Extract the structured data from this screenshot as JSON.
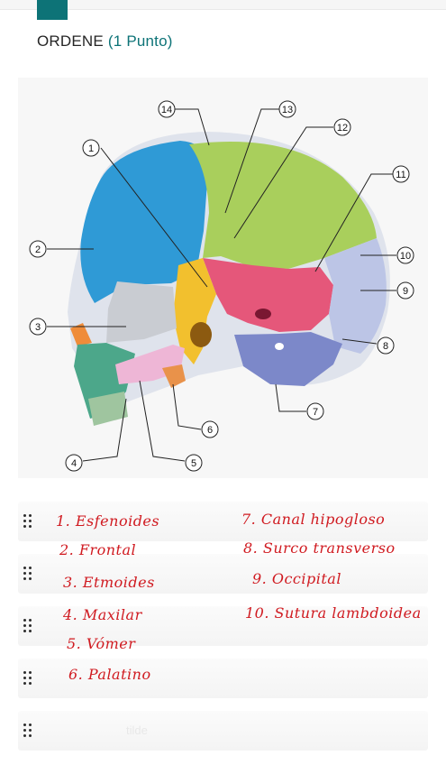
{
  "question": {
    "title": "ORDENE",
    "points": "(1 Punto)"
  },
  "figure": {
    "callouts": [
      "1",
      "2",
      "3",
      "4",
      "5",
      "6",
      "7",
      "8",
      "9",
      "10",
      "11",
      "12",
      "13",
      "14"
    ]
  },
  "order_rows": {
    "ghost_label": "tilde"
  },
  "handwritten": {
    "left": [
      "1. Esfenoides",
      "2. Frontal",
      "3. Etmoides",
      "4. Maxilar",
      "5. Vómer",
      "6. Palatino"
    ],
    "right": [
      "7. Canal hipogloso",
      "8. Surco transverso",
      "9. Occipital",
      "10. Sutura lambdoidea"
    ]
  },
  "colors": {
    "accent": "#0d7377",
    "ink": "#d01a20"
  }
}
